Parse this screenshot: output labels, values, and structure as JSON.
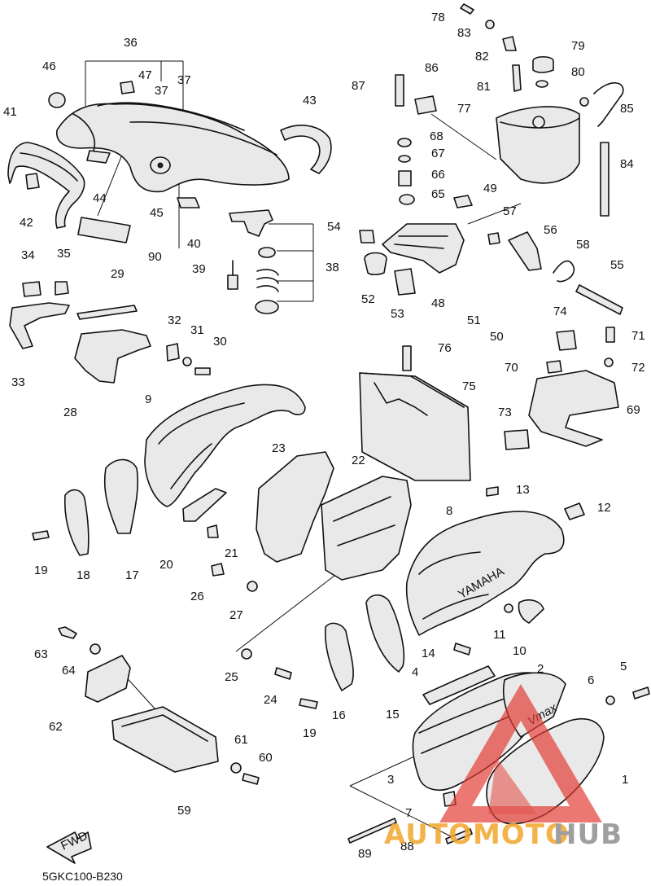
{
  "diagram": {
    "diagram_code": "5GKC100-B230",
    "fwd_label": "FWD",
    "embossed_text": {
      "yamaha": "YAMAHA",
      "vmax": "Vmax"
    },
    "part_numbers": [
      "1",
      "2",
      "3",
      "4",
      "5",
      "6",
      "7",
      "8",
      "9",
      "10",
      "11",
      "12",
      "13",
      "14",
      "15",
      "16",
      "17",
      "18",
      "19",
      "19",
      "20",
      "21",
      "22",
      "23",
      "24",
      "25",
      "26",
      "27",
      "28",
      "29",
      "30",
      "31",
      "32",
      "33",
      "34",
      "35",
      "36",
      "37",
      "37",
      "38",
      "39",
      "40",
      "41",
      "42",
      "43",
      "44",
      "45",
      "46",
      "47",
      "48",
      "49",
      "50",
      "51",
      "52",
      "53",
      "54",
      "55",
      "56",
      "57",
      "58",
      "59",
      "60",
      "61",
      "62",
      "63",
      "64",
      "65",
      "66",
      "67",
      "68",
      "69",
      "70",
      "71",
      "72",
      "73",
      "74",
      "75",
      "76",
      "77",
      "78",
      "79",
      "80",
      "81",
      "82",
      "83",
      "84",
      "85",
      "86",
      "87",
      "88",
      "89",
      "90"
    ]
  },
  "watermark": {
    "brand_part1": "AUTOMOTO",
    "brand_part2": "HUB",
    "colors": {
      "orange": "#f2a52b",
      "red": "#e23a32",
      "grey": "#8f8f8f"
    }
  }
}
